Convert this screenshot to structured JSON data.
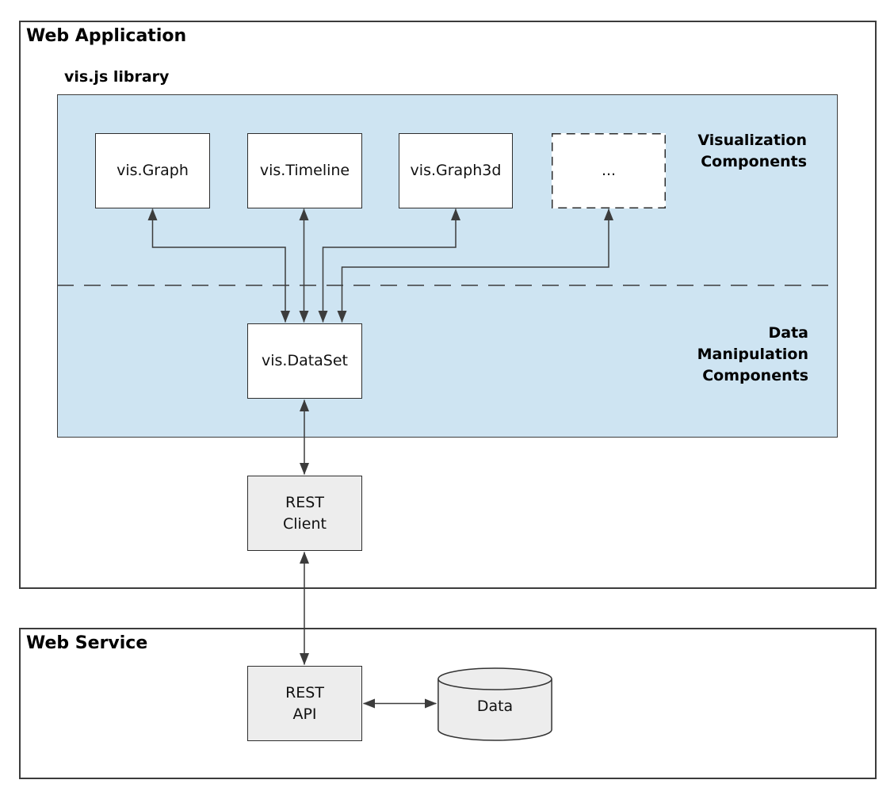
{
  "diagram": {
    "web_application": {
      "title": "Web Application",
      "visjs_library": {
        "label": "vis.js library",
        "visualization_components": {
          "annotation": "Visualization\nComponents",
          "boxes": [
            "vis.Graph",
            "vis.Timeline",
            "vis.Graph3d",
            "..."
          ]
        },
        "data_manipulation_components": {
          "annotation": "Data\nManipulation\nComponents",
          "dataset_box": "vis.DataSet"
        }
      },
      "rest_client_box": "REST\nClient"
    },
    "web_service": {
      "title": "Web Service",
      "rest_api_box": "REST\nAPI",
      "data_store": "Data"
    },
    "colors": {
      "library_panel_fill": "#cee4f2",
      "service_box_fill": "#ededed",
      "component_box_fill": "#ffffff",
      "panel_border": "#3c3c3c",
      "line_color": "#3c3c3c",
      "text_color": "#000000"
    }
  }
}
